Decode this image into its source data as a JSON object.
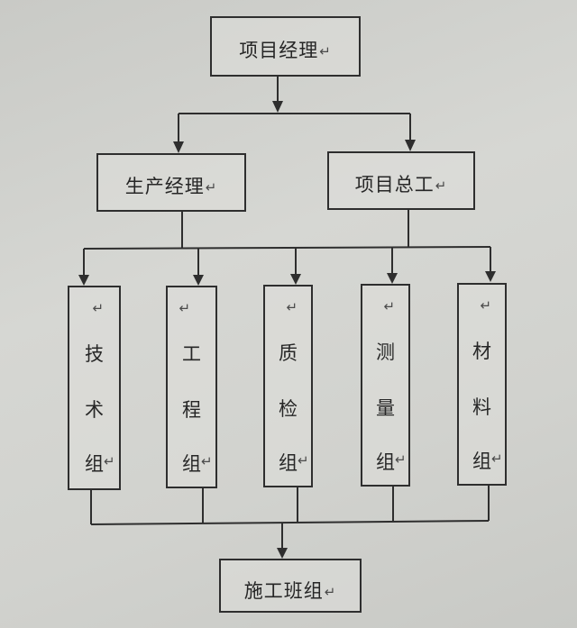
{
  "diagram": {
    "title": "项目组织结构图",
    "return_mark": "↵",
    "top": {
      "label": "项目经理"
    },
    "level2": [
      {
        "label": "生产经理"
      },
      {
        "label": "项目总工"
      }
    ],
    "groups": [
      {
        "chars": [
          "技",
          "术",
          "组"
        ]
      },
      {
        "chars": [
          "工",
          "程",
          "组"
        ]
      },
      {
        "chars": [
          "质",
          "检",
          "组"
        ]
      },
      {
        "chars": [
          "测",
          "量",
          "组"
        ]
      },
      {
        "chars": [
          "材",
          "料",
          "组"
        ]
      }
    ],
    "bottom": {
      "label": "施工班组"
    },
    "edges": [
      {
        "from": "项目经理",
        "to": [
          "生产经理",
          "项目总工"
        ]
      },
      {
        "from": [
          "生产经理",
          "项目总工"
        ],
        "to": [
          "技术组",
          "工程组",
          "质检组",
          "测量组",
          "材料组"
        ]
      },
      {
        "from": [
          "技术组",
          "工程组",
          "质检组",
          "测量组",
          "材料组"
        ],
        "to": "施工班组"
      }
    ]
  }
}
